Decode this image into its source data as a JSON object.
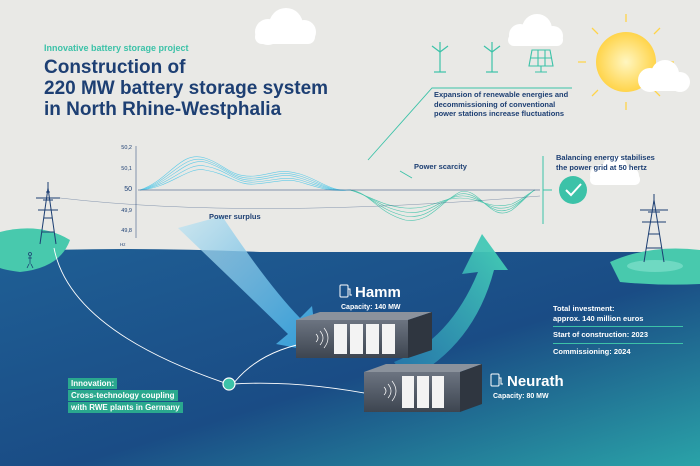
{
  "header": {
    "kicker": "Innovative battery storage project",
    "title_lines": [
      "Construction of",
      "220 MW battery storage system",
      "in North Rhine-Westphalia"
    ]
  },
  "annotations": {
    "expansion": [
      "Expansion of renewable energies and",
      "decommissioning of conventional",
      "power stations increase fluctuations"
    ],
    "balancing": [
      "Balancing energy stabilises",
      "the power grid at 50 hertz"
    ],
    "power_surplus": "Power surplus",
    "power_scarcity": "Power scarcity"
  },
  "frequency_axis": {
    "ticks": [
      "50,2",
      "50,1",
      "50",
      "49,9",
      "49,8"
    ],
    "unit": "Hz"
  },
  "plants": {
    "hamm": {
      "name": "Hamm",
      "capacity": "Capacity: 140 MW"
    },
    "neurath": {
      "name": "Neurath",
      "capacity": "Capacity: 80 MW"
    }
  },
  "facts": {
    "investment": [
      "Total investment:",
      "approx. 140 million euros"
    ],
    "construction": "Start of construction: 2023",
    "commissioning": "Commissioning: 2024"
  },
  "innovation": [
    "Innovation:",
    "Cross-technology coupling",
    "with RWE plants in Germany"
  ],
  "icons": [
    "wind-turbine-icon",
    "wind-turbine-icon",
    "solar-panel-icon",
    "checkmark-icon",
    "ev-charger-icon",
    "transmission-tower-icon",
    "sun-icon",
    "cloud-icon"
  ],
  "colors": {
    "navy": "#1d3f73",
    "teal": "#3cc2a8",
    "sea_top": "#1f5f95",
    "sea_bottom": "#163a6e",
    "check_circle": "#3cc2a8"
  }
}
